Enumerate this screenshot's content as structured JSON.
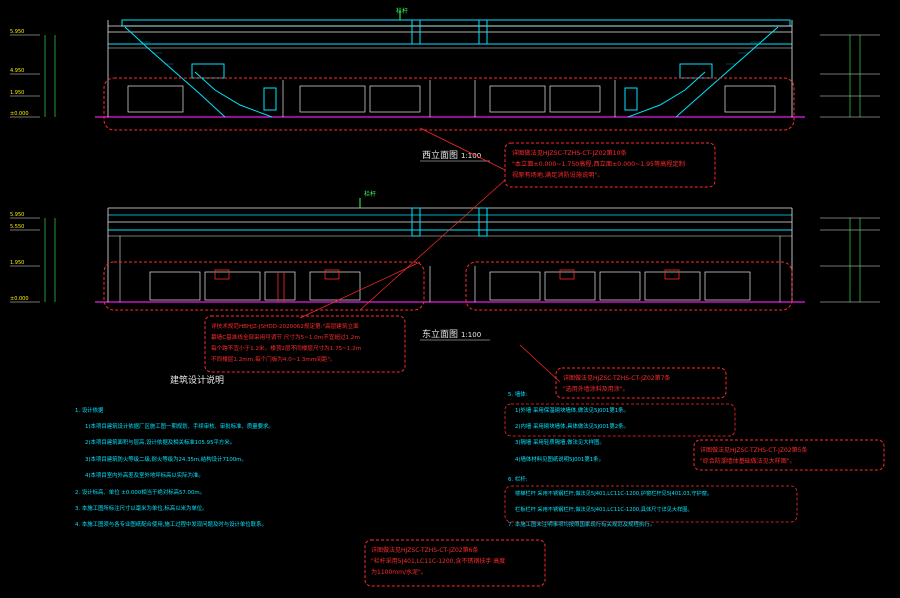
{
  "elevations": {
    "west_title": "西立面图",
    "west_scale": "1:100",
    "east_title": "东立面图",
    "east_scale": "1:100"
  },
  "dims": {
    "top_tag": "栏杆",
    "mid_tag": "栏杆"
  },
  "notes": {
    "note1": [
      "详图做法见HJZSC-TZHS-CT-JZ02第10条",
      "\"本立面±0.000~1.750高程,西立面±0.000~1.95等高程定制",
      "视原有场地,满足消防设施说明\"。"
    ],
    "note2": [
      "详技术规范HBHJZ-JSHDD-2020062规定第:\"高层建筑立面",
      "幕墙C基准线全部采用可调节 尺寸为5~1.0m不宜超过1.2m",
      "每个跨不宜小于1.2米。楼顶2层不同楼层尺寸为1.75~1.2m",
      "不同楼层1.2mm,每个门板为4.0~1.3mm间距\"。"
    ],
    "note3": [
      "详图做法见HJZSC-TZHS-CT-JZ02第7条",
      "\"选用外墙涂料及用涂\"。"
    ],
    "note4": [
      "详图做法见HJZSC-TZHS-CT-JZ02第5条",
      "\"综合防潮墙体基础做法见大样图\"。"
    ],
    "note5": [
      "详图做法见HJZSC-TZHS-CT-JZ02第6条",
      "\"栏杆采用5J401,LC11C-1200,含不锈钢扶手 高度",
      "为1100mm/水泥\"。"
    ]
  },
  "spec": {
    "heading": "建筑设计说明",
    "left": [
      "1. 设计依据",
      "1)本项目建筑设计依据厂区施工图一期规划、手续审核、审批标准、质量要求。",
      "2)本项目建筑面积与层高,设计依据及相关标准105.95平方米。",
      "3)本项目建筑防火等级二级,耐火等级为24.35m,结构设计7100m。",
      "4)本项目室内外高差及室外地坪标高以实际为准。",
      "2. 设计标高、单位 ±0.000相当于绝对标高57.00m。",
      "3. 本施工图所标注尺寸以毫米为单位,标高以米为单位。",
      "4. 本施工图须与各专业图纸配合使用,施工过程中发现问题及时与设计单位联系。"
    ],
    "right": [
      "5. 墙体:",
      "1)外墙 采用保温砌块墙体,做法见5J001第1条。",
      "2)内墙 采用砌块墙体,具体做法见5J001第2条。",
      "3)隔墙 采用轻质隔墙,做法见大样图。",
      "4)墙体材料见图纸说明5J001第1条。",
      "6. 栏杆:",
      "楼梯栏杆 采用不锈钢栏杆,做法见5J401,LC11C-1200,护窗栏杆见5J401,03,守护窗。",
      "栏板栏杆 采用不锈钢栏杆,做法见5J401,LC11C-1200,具体尺寸详见大样图。",
      "7. 本施工图未注明事项均按照国家现行有关规范及规程执行。"
    ]
  },
  "levels": {
    "west_left": [
      "5.950",
      "4.950",
      "1.950",
      "±0.000"
    ],
    "east_left": [
      "5.950",
      "5.550",
      "1.950",
      "±0.000"
    ]
  },
  "colors": {
    "cyan": "#00e5ff",
    "red": "#ff2a2a",
    "magenta": "#e81ce8",
    "white": "#e8e8e8",
    "green": "#39ff5a",
    "yellow": "#fff000"
  }
}
